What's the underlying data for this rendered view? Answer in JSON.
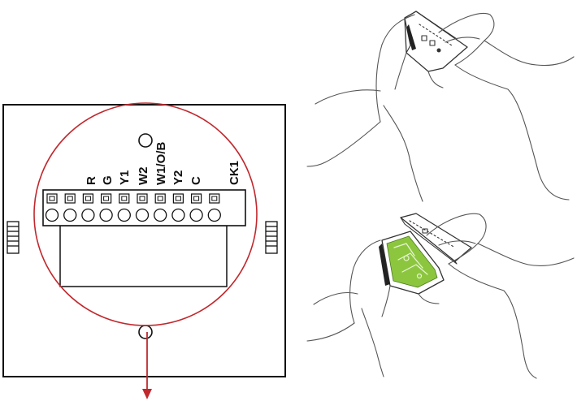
{
  "diagram": {
    "terminal_labels": [
      "R",
      "G",
      "Y1",
      "W2",
      "W1/O/B",
      "Y2",
      "C",
      "CK1"
    ],
    "terminal_count": 10,
    "colors": {
      "outline": "#111111",
      "circle": "#c0282d",
      "arrow": "#c0282d",
      "pcb_green": "#8cc63f",
      "sketch": "#555555"
    },
    "icons": [
      "hands-removing-cover-illustration",
      "hands-lifting-cover-illustration"
    ]
  }
}
